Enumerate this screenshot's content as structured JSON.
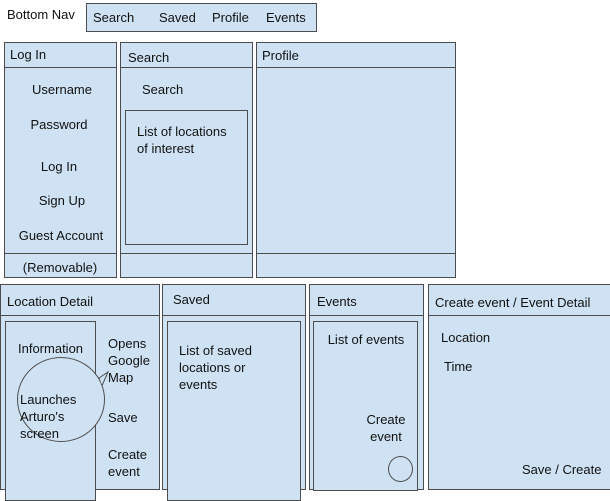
{
  "bottom_nav": {
    "label": "Bottom Nav",
    "items": [
      "Search",
      "Saved",
      "Profile",
      "Events"
    ]
  },
  "login": {
    "title": "Log In",
    "username": "Username",
    "password": "Password",
    "log_in": "Log In",
    "sign_up": "Sign Up",
    "guest_account": "Guest Account",
    "footer": "(Removable)"
  },
  "search": {
    "title": "Search",
    "search_label": "Search",
    "list": "List of locations of interest"
  },
  "profile": {
    "title": "Profile"
  },
  "location_detail": {
    "title": "Location Detail",
    "information": "Information",
    "opens_map": "Opens Google Map",
    "bubble": "Launches Arturo's screen",
    "save": "Save",
    "create_event": "Create event"
  },
  "saved": {
    "title": "Saved",
    "list": "List of saved locations or events"
  },
  "events": {
    "title": "Events",
    "list": "List of events",
    "create_event": "Create event"
  },
  "create_event": {
    "title": "Create event / Event Detail",
    "location": "Location",
    "time": "Time",
    "save_create": "Save / Create"
  },
  "colors": {
    "box_fill": "#cfe2f3",
    "border": "#4d4d4d"
  }
}
